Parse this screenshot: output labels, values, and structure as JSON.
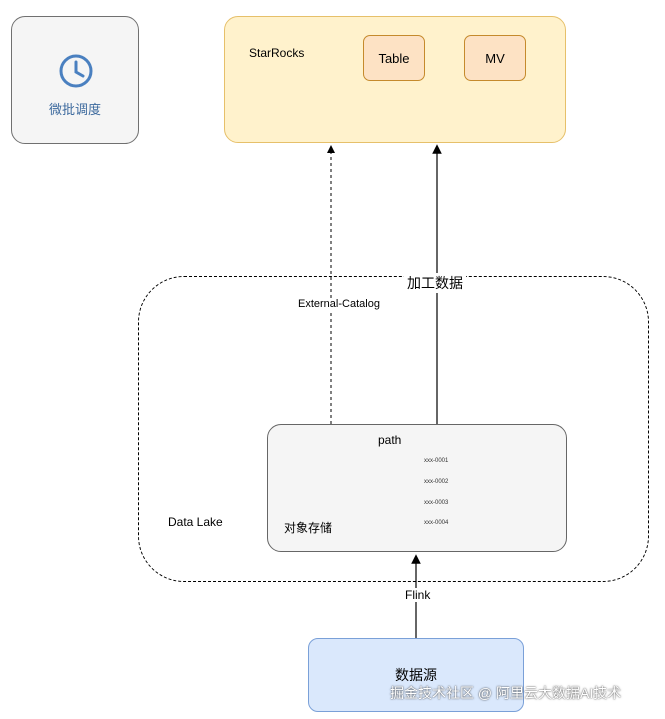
{
  "scheduler": {
    "label": "微批调度",
    "icon": "clock-icon",
    "color": "#3d6a9e"
  },
  "starrocks": {
    "title": "StarRocks",
    "items": [
      "Table",
      "MV"
    ]
  },
  "lake": {
    "label": "Data Lake",
    "external_catalog_label": "External-Catalog",
    "processing_label": "加工数据"
  },
  "storage": {
    "label": "对象存储",
    "path_label": "path",
    "files": [
      "xxx-0001",
      "xxx-0002",
      "xxx-0003",
      "xxx-0004"
    ]
  },
  "flink_label": "Flink",
  "source": {
    "label": "数据源"
  },
  "watermark": "掘金技术社区 @ 阿里云大数据AI技术"
}
